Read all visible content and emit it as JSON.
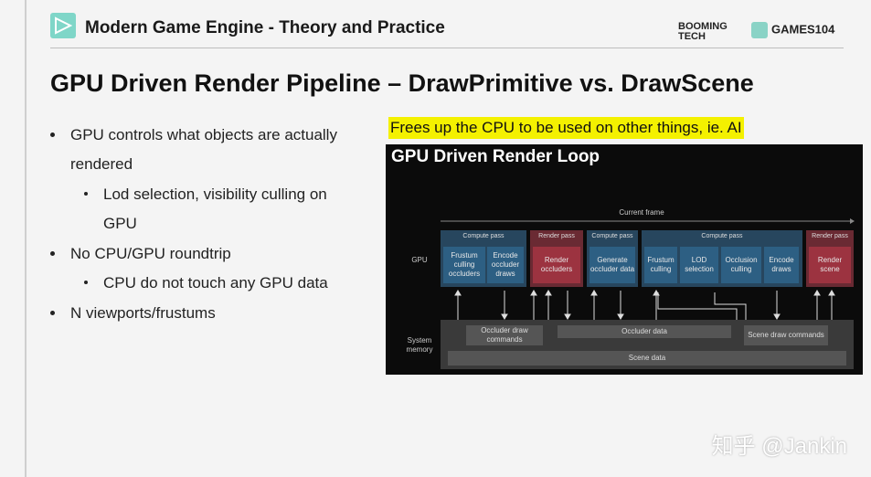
{
  "header": {
    "course_title": "Modern Game Engine - Theory and Practice",
    "brand_left": "BOOMING TECH",
    "brand_right": "GAMES104"
  },
  "slide": {
    "title": "GPU Driven Render Pipeline – DrawPrimitive vs. DrawScene",
    "bullets": [
      {
        "text": "GPU controls what objects are actually",
        "text2": "rendered"
      },
      {
        "text": "Lod selection, visibility culling on",
        "text2": "GPU"
      },
      {
        "text": "No CPU/GPU roundtrip"
      },
      {
        "text": "CPU do not touch any GPU data"
      },
      {
        "text": "N viewports/frustums"
      }
    ],
    "highlight": "Frees up the CPU to be used on other things, ie. AI"
  },
  "diagram": {
    "title": "GPU Driven Render Loop",
    "current_frame": "Current frame",
    "gpu_label": "GPU",
    "sysmem_label": "System memory",
    "passes": [
      "Compute pass",
      "Render pass",
      "Compute pass",
      "Compute pass",
      "Render pass"
    ],
    "boxes": {
      "frustum_occluders": "Frustum culling occluders",
      "encode_occluder": "Encode occluder draws",
      "render_occluders": "Render occluders",
      "generate_occluder": "Generate occluder data",
      "frustum_culling": "Frustum culling",
      "lod_selection": "LOD selection",
      "occlusion_culling": "Occlusion culling",
      "encode_draws": "Encode draws",
      "render_scene": "Render scene"
    },
    "memory": {
      "occluder_draw": "Occluder draw commands",
      "occluder_data": "Occluder data",
      "scene_draw": "Scene draw commands",
      "scene_data": "Scene data"
    }
  },
  "watermark": "知乎 @Jankin",
  "colors": {
    "blue_box": "#2d5f83",
    "red_box": "#9c3340",
    "pass_blue": "#27465e",
    "pass_red": "#6a2a33",
    "highlight": "#f4f100"
  }
}
